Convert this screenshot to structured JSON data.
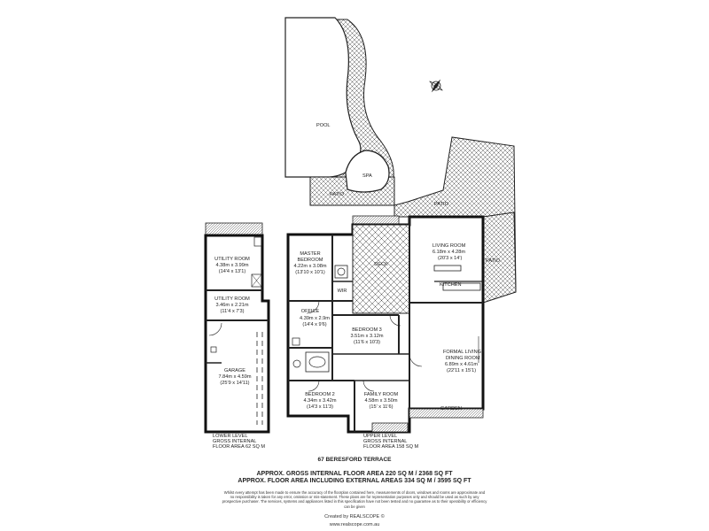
{
  "outdoor": {
    "pool": "POOL",
    "spa": "SPA",
    "patio_pool": "PATIO",
    "patio_top": "PATIO",
    "patio_side": "PATIO",
    "deck": "DECK",
    "garden": "GARDEN"
  },
  "lower_level": {
    "utility_room_1": {
      "name": "UTILITY ROOM",
      "size_m": "4.38m x 3.99m",
      "size_ft": "(14'4 x 13'1)"
    },
    "utility_room_2": {
      "name": "UTILITY ROOM",
      "size_m": "3.46m x 2.21m",
      "size_ft": "(11'4 x 7'3)"
    },
    "garage": {
      "name": "GARAGE",
      "size_m": "7.84m x 4.59m",
      "size_ft": "(25'9 x 14'11)"
    },
    "area_label": [
      "LOWER LEVEL",
      "GROSS INTERNAL",
      "FLOOR AREA 62 SQ M"
    ]
  },
  "upper_level": {
    "master_bedroom": {
      "name": [
        "MASTER",
        "BEDROOM"
      ],
      "size_m": "4.22m x 3.08m",
      "size_ft": "(13'10 x 10'1)"
    },
    "wir": "WIR",
    "office": {
      "name": "OFFICE",
      "size_m": "4.39m x 2.9m",
      "size_ft": "(14'4 x 9'6)"
    },
    "bedroom_3": {
      "name": "BEDROOM 3",
      "size_m": "3.51m x 3.12m",
      "size_ft": "(11'6 x 10'3)"
    },
    "bedroom_2": {
      "name": "BEDROOM 2",
      "size_m": "4.34m x 3.42m",
      "size_ft": "(14'3 x 11'3)"
    },
    "family_room": {
      "name": "FAMILY ROOM",
      "size_m": "4.58m x 3.50m",
      "size_ft": "(15' x 11'6)"
    },
    "living_room": {
      "name": "LIVING ROOM",
      "size_m": "6.18m x 4.28m",
      "size_ft": "(20'3 x 14')"
    },
    "kitchen": "KITCHEN",
    "formal_living": {
      "name": [
        "FORMAL LIVING /",
        "DINING ROOM"
      ],
      "size_m": "6.89m x 4.61m",
      "size_ft": "(22'11 x 15'1)"
    },
    "area_label": [
      "UPPER LEVEL",
      "GROSS INTERNAL",
      "FLOOR AREA 158 SQ M"
    ]
  },
  "footer": {
    "address": "67 BERESFORD TERRACE",
    "gross_area": "APPROX. GROSS INTERNAL FLOOR AREA 220 SQ M / 2368 SQ FT",
    "external_area": "APPROX. FLOOR AREA INCLUDING EXTERNAL AREAS 334 SQ M / 3595 SQ FT",
    "disclaimer": "Whilst every attempt has been made to ensure the accuracy of the floorplan contained here, measurements of doors, windows and rooms are approximate and no responsibility is taken for any error, omission or mis-statement. These plans are for representation purposes only and should be used as such by any prospective purchaser. The services, systems and appliances listed in this specification have not been tested and no guarantee as to their operability or efficiency can be given",
    "credit": "Created by REALSCOPE ©",
    "website": "www.realscope.com.au"
  }
}
